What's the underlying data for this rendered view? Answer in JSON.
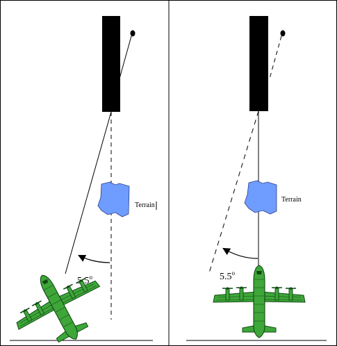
{
  "colors": {
    "terrain": "#6f9cff",
    "terrain_edge": "#2a3f8a",
    "aircraft": "#3fa63a",
    "aircraft_dark": "#0f4a12",
    "obstacle": "#000000",
    "line": "#000000",
    "border": "#000000"
  },
  "panels": [
    {
      "terrain_label": "Terrain",
      "angle_value": "5.5",
      "angle_unit": "o",
      "aircraft_icon": "c130-aircraft-icon",
      "obstacle_icon": "tower-obstacle"
    },
    {
      "terrain_label": "Terrain",
      "angle_value": "5.5",
      "angle_unit": "o",
      "aircraft_icon": "c130-aircraft-icon",
      "obstacle_icon": "tower-obstacle"
    }
  ]
}
